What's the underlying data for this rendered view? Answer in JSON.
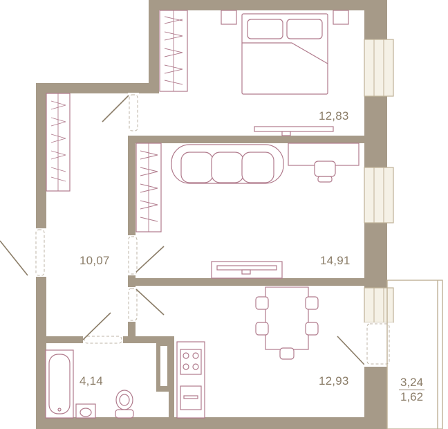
{
  "rooms": {
    "bedroom": {
      "area": "12,83"
    },
    "hallway": {
      "area": "10,07"
    },
    "living_room": {
      "area": "14,91"
    },
    "bathroom": {
      "area": "4,14"
    },
    "kitchen": {
      "area": "12,93"
    },
    "balcony": {
      "area": "3,24",
      "area_reduced": "1,62"
    }
  },
  "colors": {
    "wall": "#a69a88",
    "furniture": "#b07a8c",
    "window_fill": "#f5f1e6",
    "window_stroke": "#bfb197",
    "label": "#8b7d68"
  }
}
